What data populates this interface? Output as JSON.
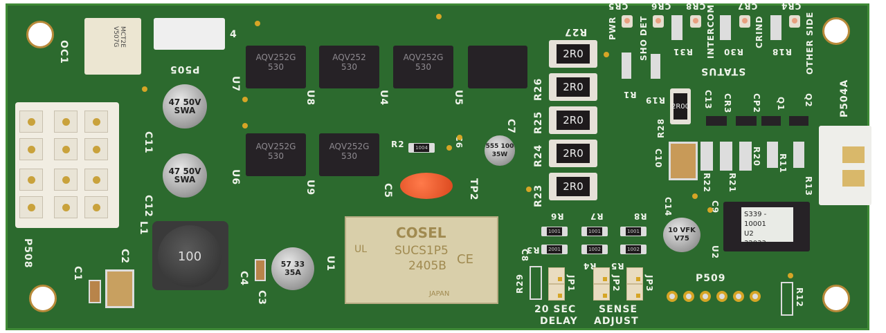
{
  "board": {
    "colors": {
      "pcb": "#2c6a2e",
      "silkscreen": "#eef3ea",
      "pad": "#d6a526"
    },
    "connectors": {
      "p505": "P505",
      "p505_pin": "4",
      "p508": "P508",
      "p504a": "P504A",
      "p509": "P509"
    },
    "optocoupler": {
      "ref": "OC1",
      "marking1": "MCT2E",
      "marking2": "V507G"
    },
    "ics": [
      {
        "ref": "U7",
        "marking1": "AQV252G",
        "marking2": "530"
      },
      {
        "ref": "U8",
        "marking1": "AQV252",
        "marking2": "530"
      },
      {
        "ref": "U4",
        "marking1": "AQV252G",
        "marking2": "530"
      },
      {
        "ref": "U5",
        "marking1": "",
        "marking2": ""
      },
      {
        "ref": "U6",
        "marking1": "AQV252G",
        "marking2": "530"
      },
      {
        "ref": "U9",
        "marking1": "AQV252G",
        "marking2": "530"
      }
    ],
    "caps": {
      "c11": {
        "ref": "C11",
        "marking": "47 50V SWA"
      },
      "c12": {
        "ref": "C12",
        "marking": "47 50V SWA"
      },
      "c7": {
        "ref": "C7",
        "marking": "555 100 35W"
      },
      "c3": {
        "ref": "C3",
        "marking": "57 33 35A"
      },
      "c14": {
        "ref": "C14",
        "marking": "10 VFK V75"
      },
      "c5": "C5",
      "c6": "C6",
      "c2": "C2",
      "c1": "C1",
      "c4": "C4",
      "c9": "C9",
      "c10": "C10",
      "c13": "C13",
      "c8": "C8"
    },
    "power_resistors": [
      {
        "ref": "R27",
        "value": "2R0"
      },
      {
        "ref": "R26",
        "value": "2R0"
      },
      {
        "ref": "R25",
        "value": "2R0"
      },
      {
        "ref": "R24",
        "value": "2R0"
      },
      {
        "ref": "R23",
        "value": "2R0"
      }
    ],
    "r28": {
      "ref": "R28",
      "value": "2R00"
    },
    "small_resistors_top": [
      {
        "ref": "R6",
        "value": "1001"
      },
      {
        "ref": "R7",
        "value": "1001"
      },
      {
        "ref": "R8",
        "value": "1001"
      }
    ],
    "small_resistors_bottom": [
      {
        "ref": "R3",
        "value": "2001"
      },
      {
        "ref": "R4",
        "value": "1002"
      },
      {
        "ref": "R5",
        "value": "1002"
      }
    ],
    "r2": {
      "ref": "R2",
      "value": "1004"
    },
    "inductor": {
      "ref": "L1",
      "marking": "100"
    },
    "module": {
      "ref": "U1",
      "brand": "COSEL",
      "model": "SUCS1P5",
      "code": "2405B",
      "origin": "JAPAN",
      "ce": "CE",
      "ul": "UL"
    },
    "u2": {
      "ref": "U2",
      "label1": "S339 - 10001",
      "label2": "U2",
      "label3": "32033"
    },
    "leds": [
      "CR5",
      "CR6",
      "CR8",
      "CR7",
      "CR4"
    ],
    "led_labels": {
      "pwr": "PWR",
      "det": "DET",
      "sho": "SHO",
      "intercom": "INTERCOM",
      "crind": "CRIND",
      "other_side": "OTHER SIDE",
      "status": "STATUS"
    },
    "misc_refs": {
      "r1": "R1",
      "r19": "R19",
      "r31": "R31",
      "r30": "R30",
      "r18": "R18",
      "r20": "R20",
      "r21": "R21",
      "r22": "R22",
      "r11": "R11",
      "r13": "R13",
      "r12": "R12",
      "r29": "R29",
      "cr3": "CR3",
      "cp2": "CP2",
      "q1": "Q1",
      "q2": "Q2",
      "tp2": "TP2",
      "jp1": "JP1",
      "jp2": "JP2",
      "jp3": "JP3"
    },
    "jumper_labels": {
      "delay_line1": "20 SEC",
      "delay_line2": "DELAY",
      "sense_line1": "SENSE",
      "sense_line2": "ADJUST"
    }
  }
}
